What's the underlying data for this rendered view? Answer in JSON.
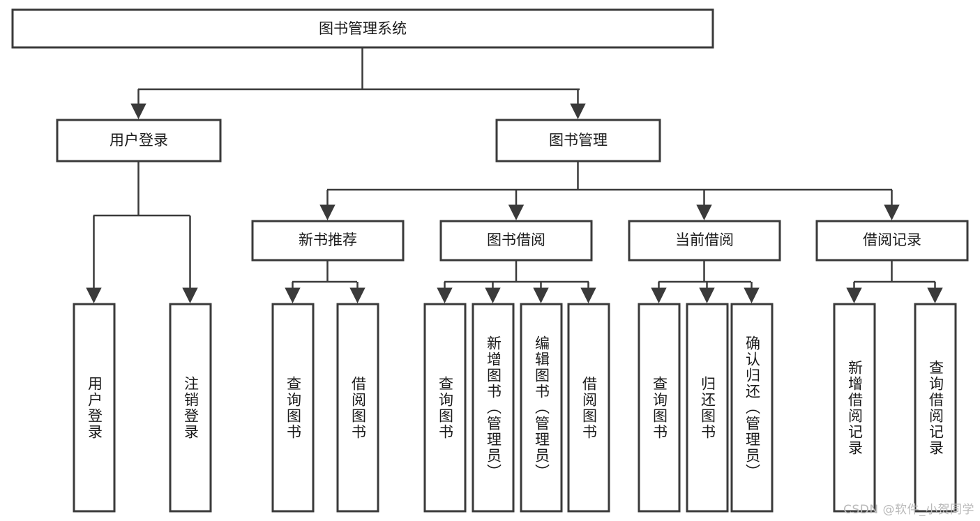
{
  "diagram": {
    "title": "图书管理系统",
    "type": "tree",
    "watermark": "CSDN @软件_小贺同学",
    "colors": {
      "box_stroke": "#3a3a3a",
      "box_fill": "#ffffff",
      "text": "#1a1a1a",
      "connector": "#3a3a3a",
      "background": "#ffffff",
      "watermark": "#b9b9b9"
    },
    "levels": {
      "root": {
        "label": "图书管理系统"
      },
      "level2": [
        {
          "label": "用户登录"
        },
        {
          "label": "图书管理"
        }
      ],
      "level3": [
        {
          "label": "新书推荐"
        },
        {
          "label": "图书借阅"
        },
        {
          "label": "当前借阅"
        },
        {
          "label": "借阅记录"
        }
      ],
      "leaves": [
        {
          "label": "用户登录",
          "parent": "用户登录"
        },
        {
          "label": "注销登录",
          "parent": "用户登录"
        },
        {
          "label": "查询图书",
          "parent": "新书推荐"
        },
        {
          "label": "借阅图书",
          "parent": "新书推荐"
        },
        {
          "label": "查询图书",
          "parent": "图书借阅"
        },
        {
          "label": "新增图书（管理员）",
          "parent": "图书借阅"
        },
        {
          "label": "编辑图书（管理员）",
          "parent": "图书借阅"
        },
        {
          "label": "借阅图书",
          "parent": "图书借阅"
        },
        {
          "label": "查询图书",
          "parent": "当前借阅"
        },
        {
          "label": "归还图书",
          "parent": "当前借阅"
        },
        {
          "label": "确认归还（管理员）",
          "parent": "当前借阅"
        },
        {
          "label": "新增借阅记录",
          "parent": "借阅记录"
        },
        {
          "label": "查询借阅记录",
          "parent": "借阅记录"
        }
      ]
    }
  }
}
